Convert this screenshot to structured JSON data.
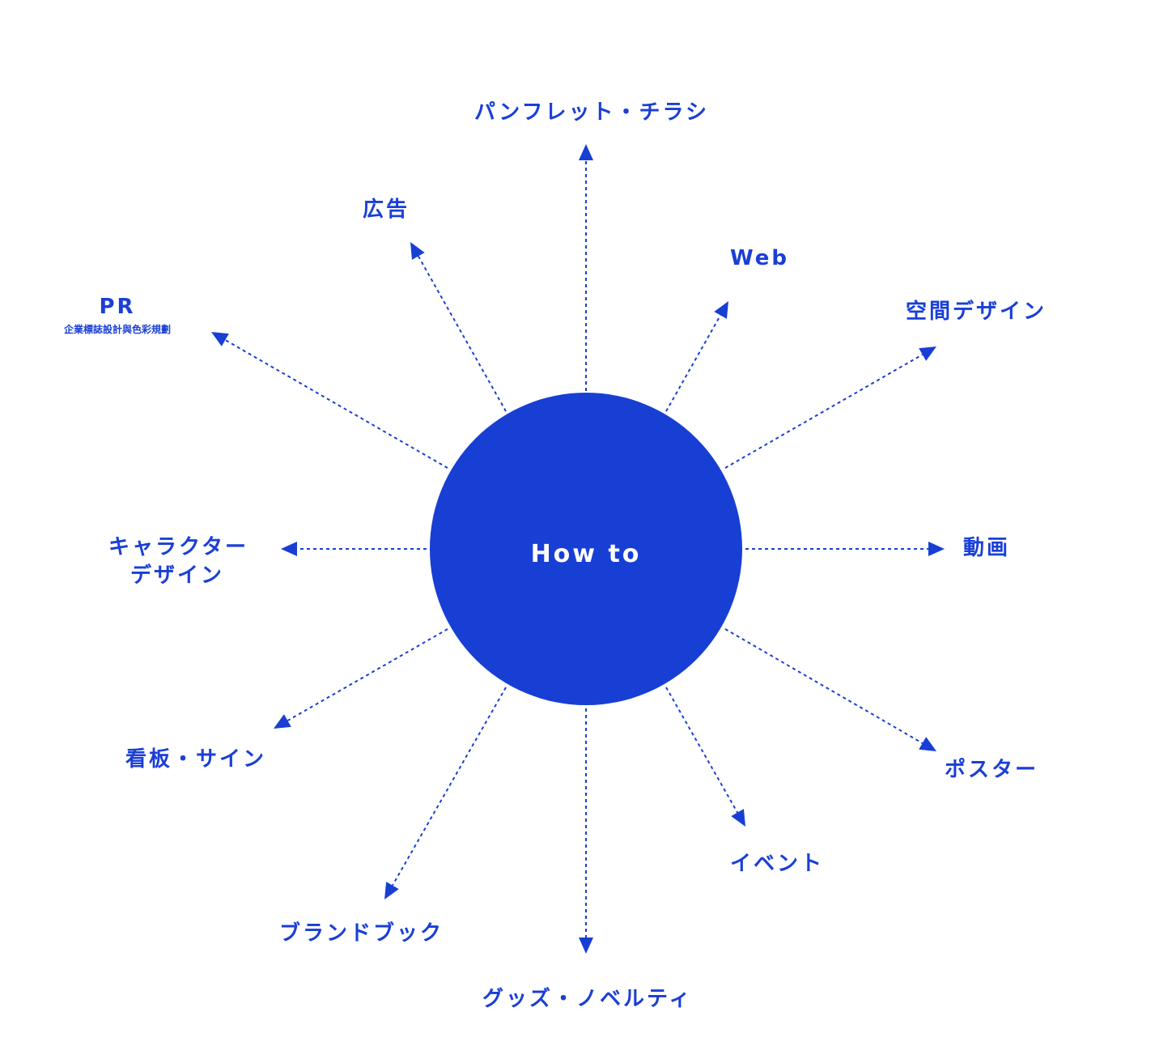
{
  "center": {
    "label": "How to"
  },
  "color": "#183fd4",
  "items": [
    {
      "label": "パンフレット・チラシ"
    },
    {
      "label": "広告"
    },
    {
      "label": "Web"
    },
    {
      "label": "空間デザイン"
    },
    {
      "label": "PR",
      "sublabel": "企業標誌設計與色彩規劃"
    },
    {
      "label": "キャラクター",
      "label2": "デザイン"
    },
    {
      "label": "動画"
    },
    {
      "label": "看板・サイン"
    },
    {
      "label": "ポスター"
    },
    {
      "label": "イベント"
    },
    {
      "label": "ブランドブック"
    },
    {
      "label": "グッズ・ノベルティ"
    }
  ]
}
